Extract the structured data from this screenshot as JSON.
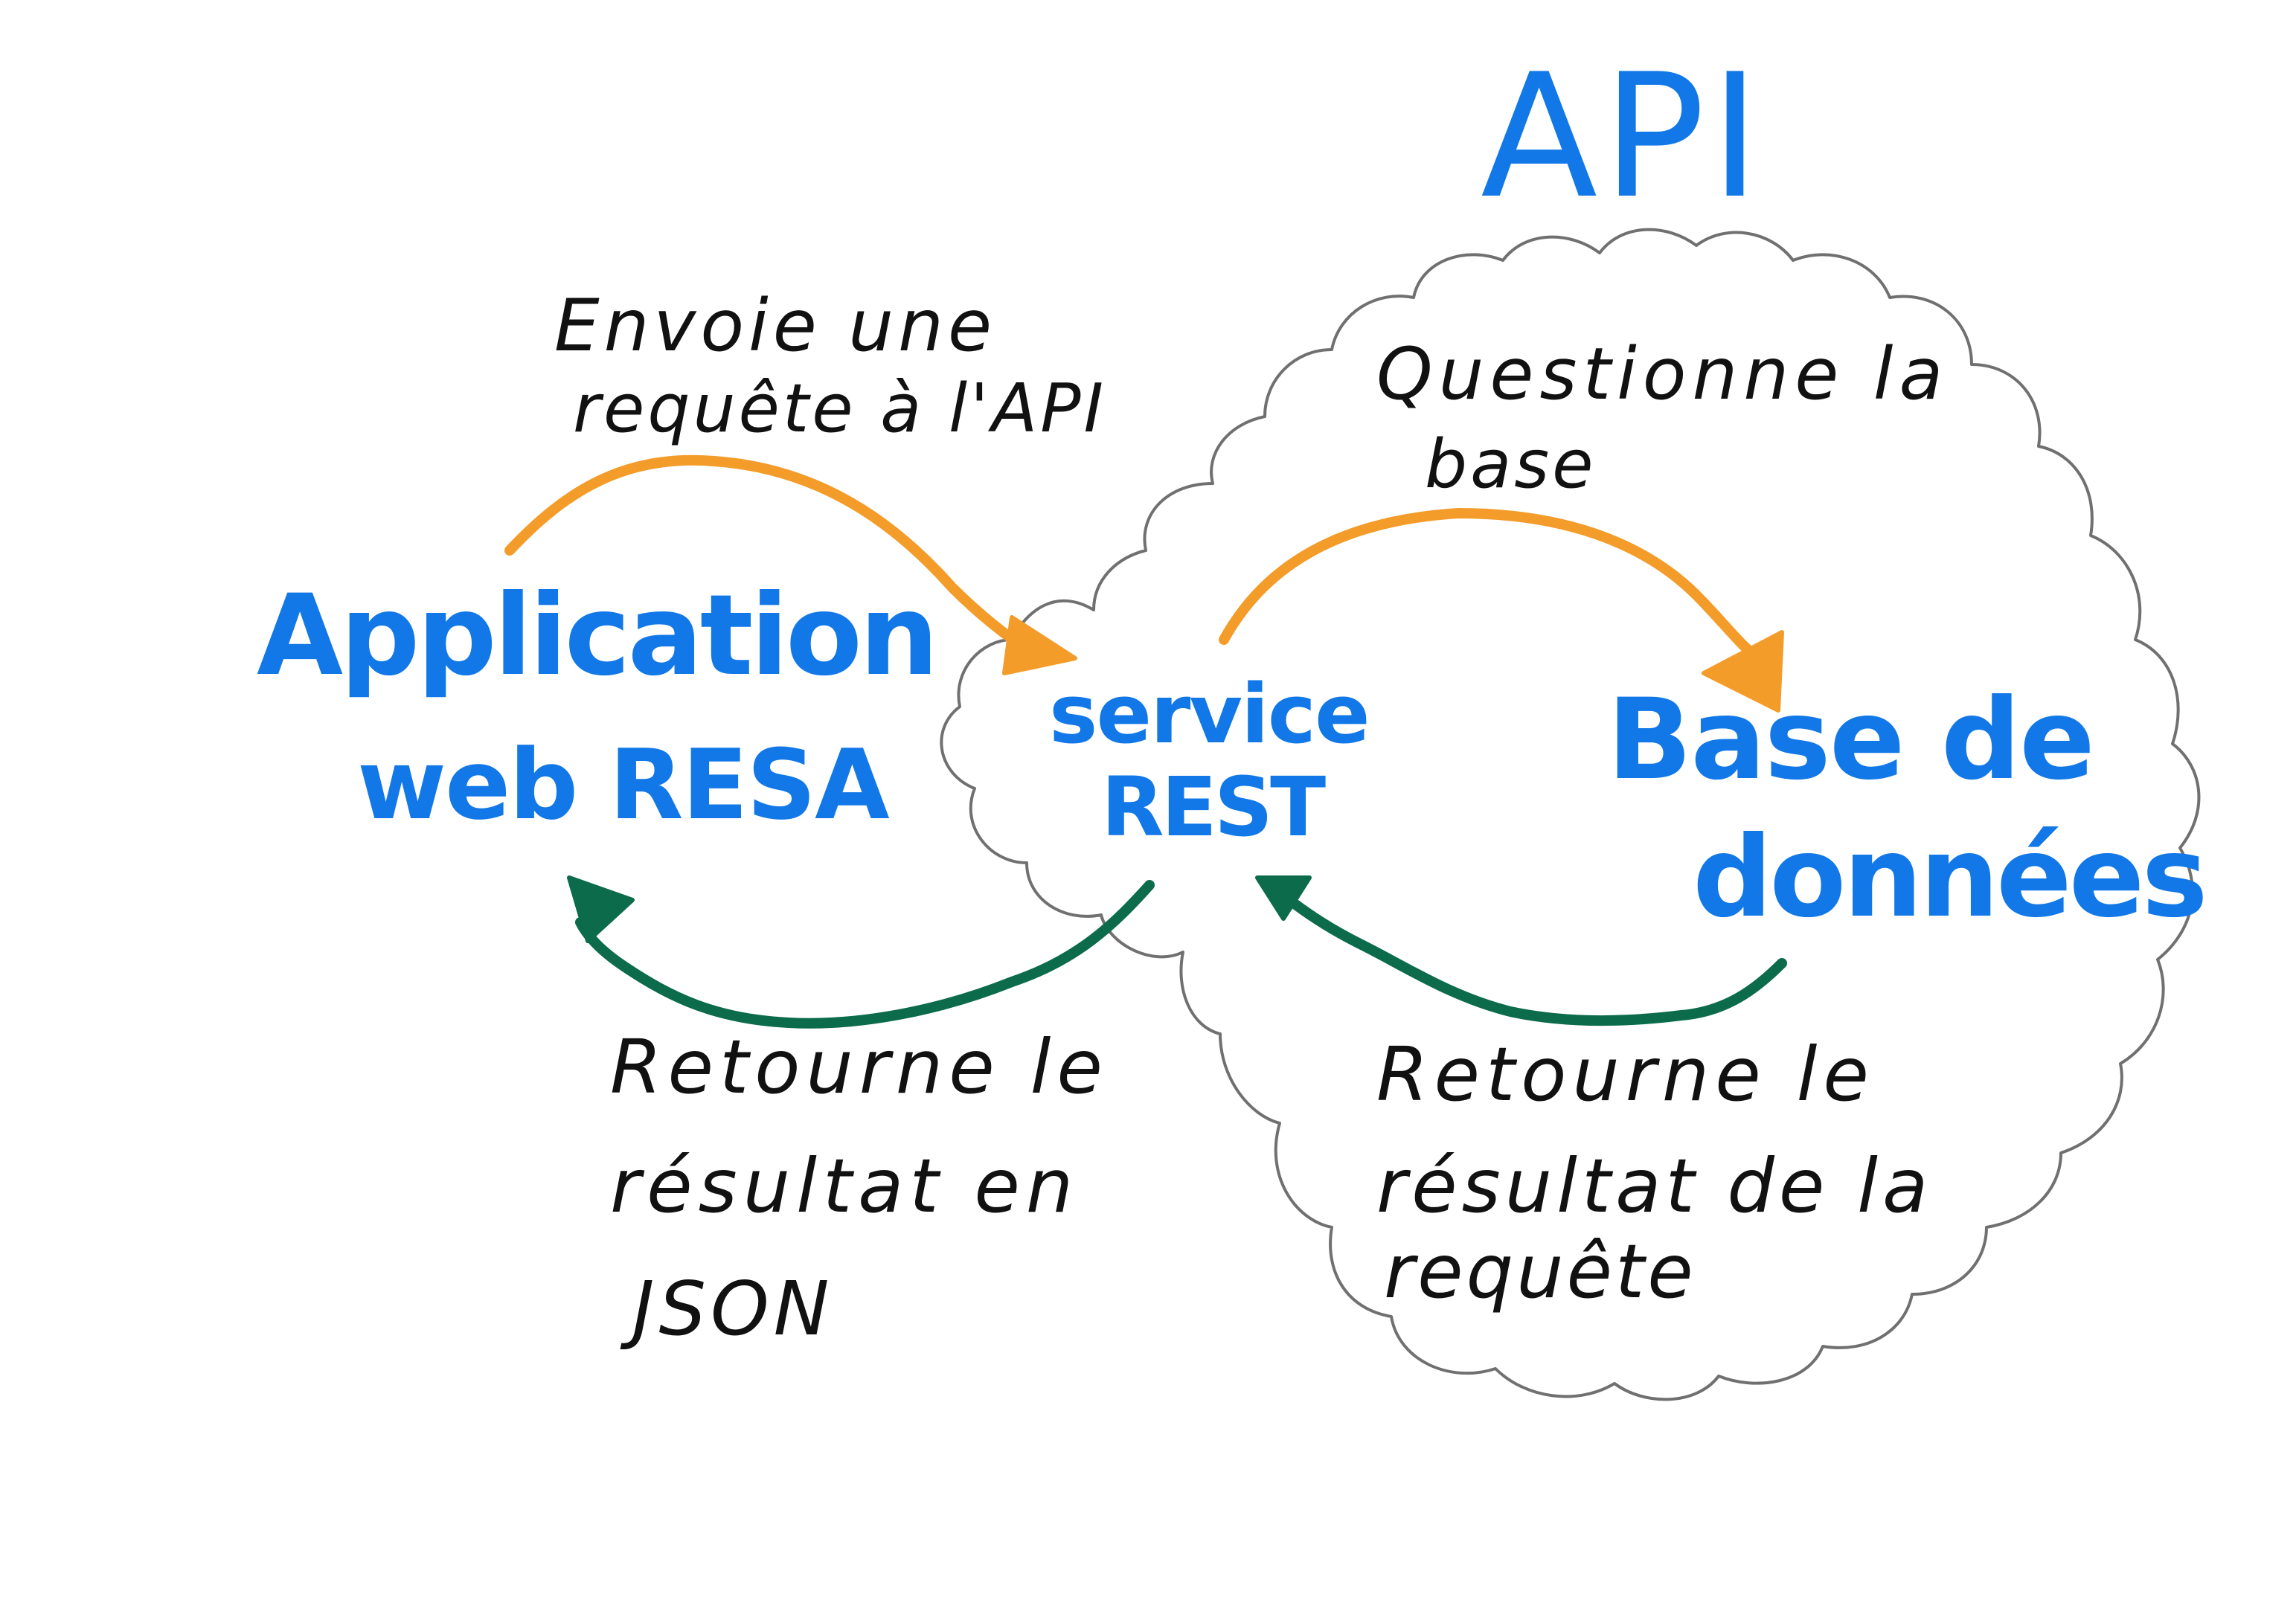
{
  "title": "API",
  "nodes": {
    "web_app": {
      "line1": "Application",
      "line2": "web RESA"
    },
    "rest_service": {
      "line1": "service",
      "line2": "REST"
    },
    "database": {
      "line1": "Base de",
      "line2": "données"
    }
  },
  "edges": {
    "send_request": {
      "line1": "Envoie une",
      "line2": "requête à l'API",
      "color": "#f39c2a"
    },
    "query_db": {
      "line1": "Questionne la",
      "line2": "base",
      "color": "#f39c2a"
    },
    "return_json": {
      "line1": "Retourne le",
      "line2": "résultat en",
      "line3": "JSON",
      "color": "#0b6b4a"
    },
    "return_query": {
      "line1": "Retourne le",
      "line2": "résultat de la",
      "line3": "requête",
      "color": "#0b6b4a"
    }
  },
  "colors": {
    "node_text": "#1278e8",
    "label_text": "#111111",
    "cloud_outline": "#707070"
  }
}
